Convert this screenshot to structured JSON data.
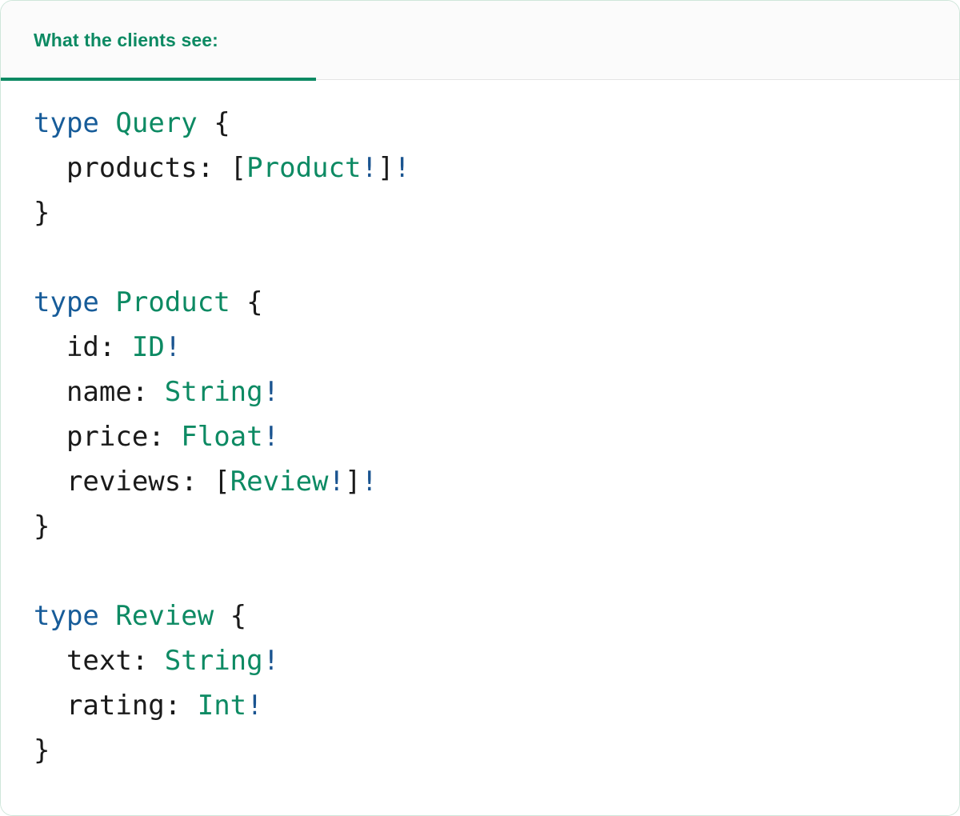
{
  "card": {
    "border_color": "#cfe6da",
    "background": "#ffffff"
  },
  "tabbar": {
    "background": "#fbfbfb",
    "border_color": "#e4e4e4",
    "active_tab": {
      "label": "What the clients see:",
      "color": "#0d8a63",
      "underline_color": "#0d8a63"
    }
  },
  "syntax_colors": {
    "keyword": "#175c99",
    "type_name": "#0d8a63",
    "non_null_bang": "#1a5490",
    "punctuation": "#1a1a1a",
    "field_name": "#1a1a1a"
  },
  "code": {
    "language": "graphql",
    "lines": [
      {
        "id": "line-1",
        "tokens": [
          {
            "t": "type",
            "c": "keyword"
          },
          {
            "t": " ",
            "c": "plain"
          },
          {
            "t": "Query",
            "c": "type"
          },
          {
            "t": " {",
            "c": "punct"
          }
        ]
      },
      {
        "id": "line-2",
        "tokens": [
          {
            "t": "  ",
            "c": "plain"
          },
          {
            "t": "products",
            "c": "field"
          },
          {
            "t": ": ",
            "c": "punct"
          },
          {
            "t": "[",
            "c": "punct"
          },
          {
            "t": "Product",
            "c": "type"
          },
          {
            "t": "!",
            "c": "bang"
          },
          {
            "t": "]",
            "c": "punct"
          },
          {
            "t": "!",
            "c": "bang"
          }
        ]
      },
      {
        "id": "line-3",
        "tokens": [
          {
            "t": "}",
            "c": "punct"
          }
        ]
      },
      {
        "id": "line-4",
        "tokens": []
      },
      {
        "id": "line-5",
        "tokens": [
          {
            "t": "type",
            "c": "keyword"
          },
          {
            "t": " ",
            "c": "plain"
          },
          {
            "t": "Product",
            "c": "type"
          },
          {
            "t": " {",
            "c": "punct"
          }
        ]
      },
      {
        "id": "line-6",
        "tokens": [
          {
            "t": "  ",
            "c": "plain"
          },
          {
            "t": "id",
            "c": "field"
          },
          {
            "t": ": ",
            "c": "punct"
          },
          {
            "t": "ID",
            "c": "type"
          },
          {
            "t": "!",
            "c": "bang"
          }
        ]
      },
      {
        "id": "line-7",
        "tokens": [
          {
            "t": "  ",
            "c": "plain"
          },
          {
            "t": "name",
            "c": "field"
          },
          {
            "t": ": ",
            "c": "punct"
          },
          {
            "t": "String",
            "c": "type"
          },
          {
            "t": "!",
            "c": "bang"
          }
        ]
      },
      {
        "id": "line-8",
        "tokens": [
          {
            "t": "  ",
            "c": "plain"
          },
          {
            "t": "price",
            "c": "field"
          },
          {
            "t": ": ",
            "c": "punct"
          },
          {
            "t": "Float",
            "c": "type"
          },
          {
            "t": "!",
            "c": "bang"
          }
        ]
      },
      {
        "id": "line-9",
        "tokens": [
          {
            "t": "  ",
            "c": "plain"
          },
          {
            "t": "reviews",
            "c": "field"
          },
          {
            "t": ": ",
            "c": "punct"
          },
          {
            "t": "[",
            "c": "punct"
          },
          {
            "t": "Review",
            "c": "type"
          },
          {
            "t": "!",
            "c": "bang"
          },
          {
            "t": "]",
            "c": "punct"
          },
          {
            "t": "!",
            "c": "bang"
          }
        ]
      },
      {
        "id": "line-10",
        "tokens": [
          {
            "t": "}",
            "c": "punct"
          }
        ]
      },
      {
        "id": "line-11",
        "tokens": []
      },
      {
        "id": "line-12",
        "tokens": [
          {
            "t": "type",
            "c": "keyword"
          },
          {
            "t": " ",
            "c": "plain"
          },
          {
            "t": "Review",
            "c": "type"
          },
          {
            "t": " {",
            "c": "punct"
          }
        ]
      },
      {
        "id": "line-13",
        "tokens": [
          {
            "t": "  ",
            "c": "plain"
          },
          {
            "t": "text",
            "c": "field"
          },
          {
            "t": ": ",
            "c": "punct"
          },
          {
            "t": "String",
            "c": "type"
          },
          {
            "t": "!",
            "c": "bang"
          }
        ]
      },
      {
        "id": "line-14",
        "tokens": [
          {
            "t": "  ",
            "c": "plain"
          },
          {
            "t": "rating",
            "c": "field"
          },
          {
            "t": ": ",
            "c": "punct"
          },
          {
            "t": "Int",
            "c": "type"
          },
          {
            "t": "!",
            "c": "bang"
          }
        ]
      },
      {
        "id": "line-15",
        "tokens": [
          {
            "t": "}",
            "c": "punct"
          }
        ]
      }
    ]
  }
}
